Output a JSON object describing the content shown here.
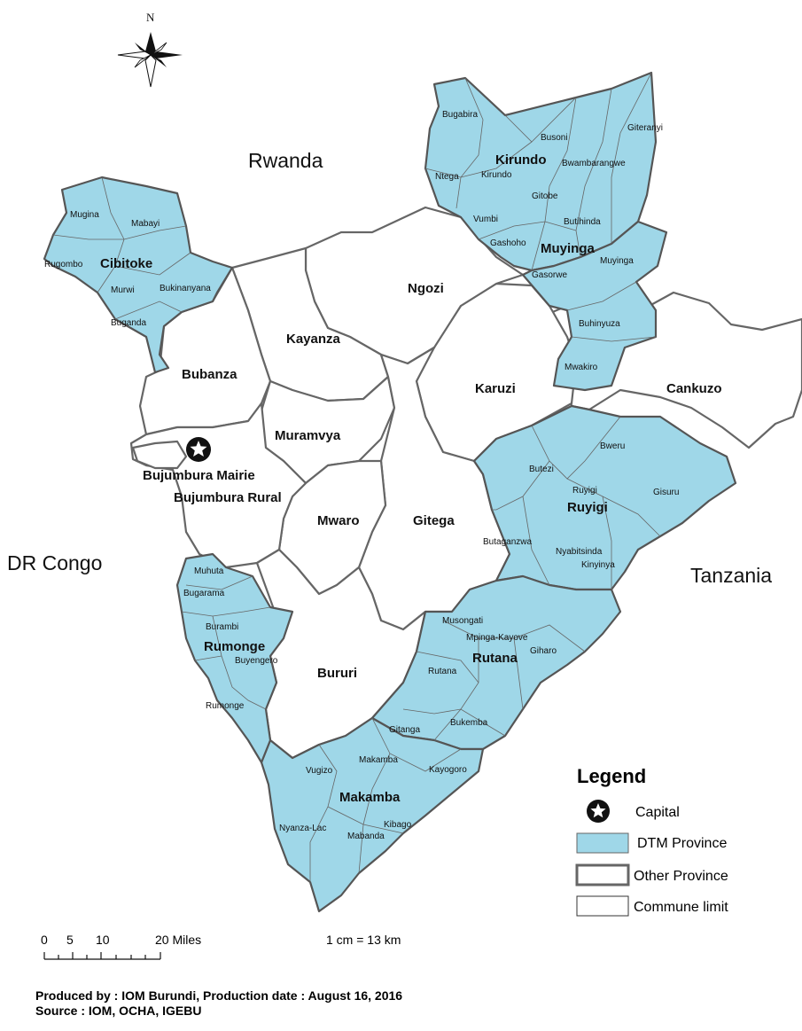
{
  "countries": [
    "Rwanda",
    "DR Congo",
    "Tanzania"
  ],
  "north_label": "N",
  "provinces": {
    "kirundo": "Kirundo",
    "muyinga": "Muyinga",
    "cibitoke": "Cibitoke",
    "ngozi": "Ngozi",
    "kayanza": "Kayanza",
    "bubanza": "Bubanza",
    "karuzi": "Karuzi",
    "cankuzo": "Cankuzo",
    "muramvya": "Muramvya",
    "bujumbura_mairie": "Bujumbura Mairie",
    "bujumbura_rural": "Bujumbura Rural",
    "mwaro": "Mwaro",
    "gitega": "Gitega",
    "ruyigi": "Ruyigi",
    "rumonge": "Rumonge",
    "bururi": "Bururi",
    "rutana": "Rutana",
    "makamba": "Makamba"
  },
  "communes": {
    "kirundo": [
      "Bugabira",
      "Busoni",
      "Giteranyi",
      "Ntega",
      "Kirundo",
      "Bwambarangwe",
      "Gitobe",
      "Vumbi",
      "Butihinda",
      "Gashoho",
      "Muyinga",
      "Gasorwe",
      "Buhinyuza",
      "Mwakiro"
    ],
    "cibitoke": [
      "Mugina",
      "Mabayi",
      "Rugombo",
      "Murwi",
      "Bukinanyana",
      "Buganda"
    ],
    "ruyigi": [
      "Bweru",
      "Butezi",
      "Ruyigi",
      "Gisuru",
      "Butaganzwa",
      "Nyabitsinda",
      "Kinyinya"
    ],
    "rumonge": [
      "Muhuta",
      "Bugarama",
      "Burambi",
      "Buyengero",
      "Rumonge"
    ],
    "rutana": [
      "Musongati",
      "Mpinga-Kayove",
      "Giharo",
      "Rutana",
      "Bukemba",
      "Gitanga"
    ],
    "makamba": [
      "Vugizo",
      "Makamba",
      "Kayogoro",
      "Nyanza-Lac",
      "Mabanda",
      "Kibago"
    ]
  },
  "legend": {
    "title": "Legend",
    "capital": "Capital",
    "dtm": "DTM Province",
    "other": "Other Province",
    "commune": "Commune limit"
  },
  "scale": {
    "ticks": [
      "0",
      "5",
      "10",
      "20 Miles"
    ],
    "ratio": "1 cm = 13 km"
  },
  "footer": {
    "line1": "Produced by : IOM Burundi, Production date : August 16, 2016",
    "line2": "Source : IOM, OCHA, IGEBU"
  },
  "colors": {
    "dtm_fill": "#9fd7e8",
    "border": "#555555"
  }
}
